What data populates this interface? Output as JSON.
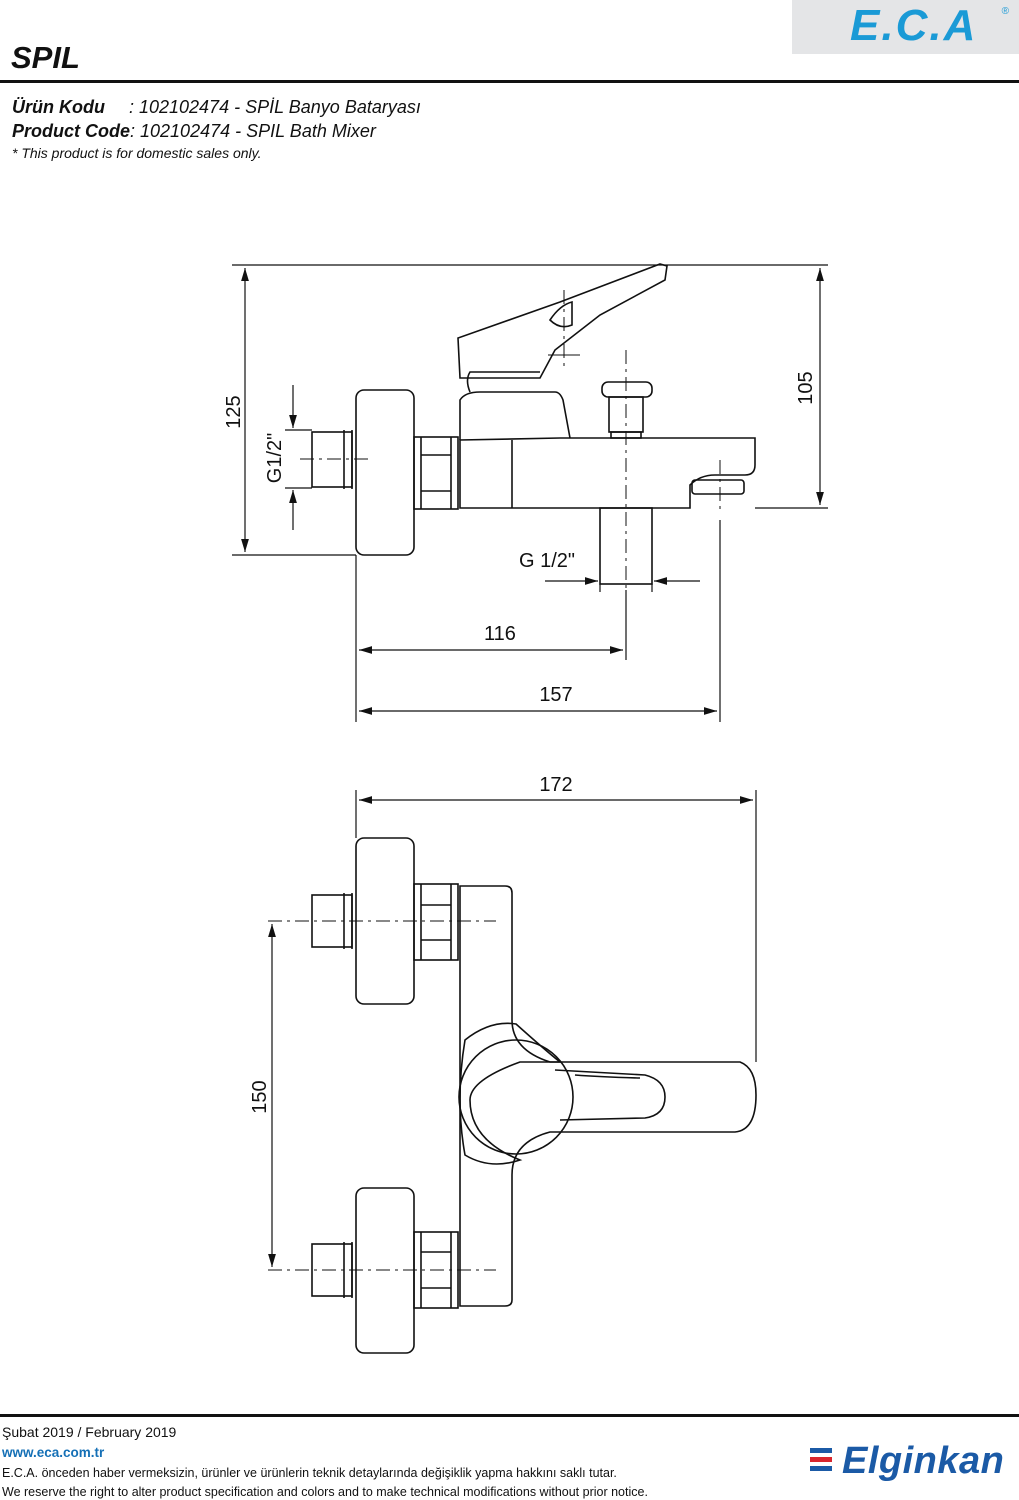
{
  "header": {
    "brand_logo": "E.C.A",
    "registered_mark": "®",
    "title": "SPIL",
    "urun_kodu_label": "Ürün Kodu",
    "urun_kodu_value": ": 102102474 - SPİL Banyo Bataryası",
    "product_code_label": "Product Code",
    "product_code_value": ": 102102474 - SPIL Bath Mixer",
    "note": "* This product is for domestic sales only."
  },
  "dimensions": {
    "height_total": "125",
    "height_spout": "105",
    "inlet_thread_left": "G1/2\"",
    "outlet_thread": "G 1/2\"",
    "depth_outlet": "116",
    "depth_spout": "157",
    "width_total": "172",
    "inlet_centers": "150"
  },
  "footer": {
    "date": "Şubat 2019 / February 2019",
    "website": "www.eca.com.tr",
    "disclaimer_tr": "E.C.A. önceden haber vermeksizin, ürünler ve ürünlerin teknik detaylarında değişiklik yapma hakkını saklı tutar.",
    "disclaimer_en": "We reserve the right to alter product specification and colors and to make technical modifications without prior notice.",
    "partner_logo": "Elginkan"
  },
  "colors": {
    "eca_blue": "#1a9ad6",
    "elginkan_blue": "#1b5aa6",
    "elginkan_red": "#d8262e",
    "line": "#111111"
  }
}
